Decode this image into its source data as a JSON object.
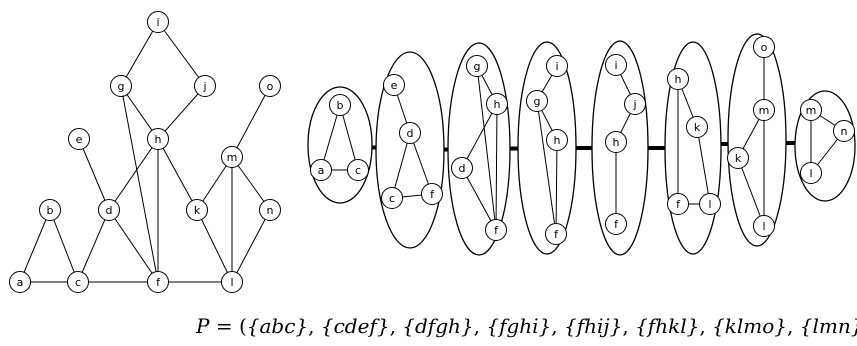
{
  "graph": {
    "nodes": [
      "a",
      "b",
      "c",
      "d",
      "e",
      "f",
      "g",
      "h",
      "i",
      "j",
      "k",
      "l",
      "m",
      "n",
      "o"
    ],
    "edges": [
      [
        "a",
        "b"
      ],
      [
        "b",
        "c"
      ],
      [
        "a",
        "c"
      ],
      [
        "c",
        "d"
      ],
      [
        "c",
        "f"
      ],
      [
        "d",
        "e"
      ],
      [
        "d",
        "f"
      ],
      [
        "d",
        "h"
      ],
      [
        "f",
        "g"
      ],
      [
        "f",
        "h"
      ],
      [
        "f",
        "l"
      ],
      [
        "g",
        "h"
      ],
      [
        "g",
        "i"
      ],
      [
        "h",
        "j"
      ],
      [
        "i",
        "j"
      ],
      [
        "h",
        "k"
      ],
      [
        "k",
        "l"
      ],
      [
        "k",
        "m"
      ],
      [
        "l",
        "m"
      ],
      [
        "l",
        "n"
      ],
      [
        "m",
        "n"
      ],
      [
        "m",
        "o"
      ]
    ]
  },
  "decomposition": {
    "bags": [
      {
        "nodes": [
          "a",
          "b",
          "c"
        ],
        "edges": [
          [
            "a",
            "b"
          ],
          [
            "b",
            "c"
          ],
          [
            "a",
            "c"
          ]
        ]
      },
      {
        "nodes": [
          "e",
          "d",
          "c",
          "f"
        ],
        "edges": [
          [
            "e",
            "d"
          ],
          [
            "d",
            "c"
          ],
          [
            "d",
            "f"
          ],
          [
            "c",
            "f"
          ]
        ]
      },
      {
        "nodes": [
          "g",
          "h",
          "d",
          "f"
        ],
        "edges": [
          [
            "g",
            "h"
          ],
          [
            "g",
            "f"
          ],
          [
            "h",
            "d"
          ],
          [
            "h",
            "f"
          ],
          [
            "d",
            "f"
          ]
        ]
      },
      {
        "nodes": [
          "i",
          "g",
          "h",
          "f"
        ],
        "edges": [
          [
            "i",
            "g"
          ],
          [
            "g",
            "h"
          ],
          [
            "g",
            "f"
          ],
          [
            "h",
            "f"
          ]
        ]
      },
      {
        "nodes": [
          "i",
          "j",
          "h",
          "f"
        ],
        "edges": [
          [
            "i",
            "j"
          ],
          [
            "j",
            "h"
          ],
          [
            "h",
            "f"
          ]
        ]
      },
      {
        "nodes": [
          "h",
          "k",
          "f",
          "l"
        ],
        "edges": [
          [
            "h",
            "k"
          ],
          [
            "h",
            "f"
          ],
          [
            "k",
            "l"
          ],
          [
            "f",
            "l"
          ]
        ]
      },
      {
        "nodes": [
          "o",
          "m",
          "k",
          "l"
        ],
        "edges": [
          [
            "o",
            "m"
          ],
          [
            "m",
            "k"
          ],
          [
            "m",
            "l"
          ],
          [
            "k",
            "l"
          ]
        ]
      },
      {
        "nodes": [
          "m",
          "n",
          "l"
        ],
        "edges": [
          [
            "m",
            "n"
          ],
          [
            "m",
            "l"
          ],
          [
            "l",
            "n"
          ]
        ]
      }
    ]
  },
  "caption": {
    "lhs": "P",
    "eq": " = (",
    "sets": [
      "{abc}",
      "{cdef}",
      "{dfgh}",
      "{fghi}",
      "{fhij}",
      "{fhkl}",
      "{klmo}",
      "{lmn}"
    ],
    "close": ")"
  }
}
